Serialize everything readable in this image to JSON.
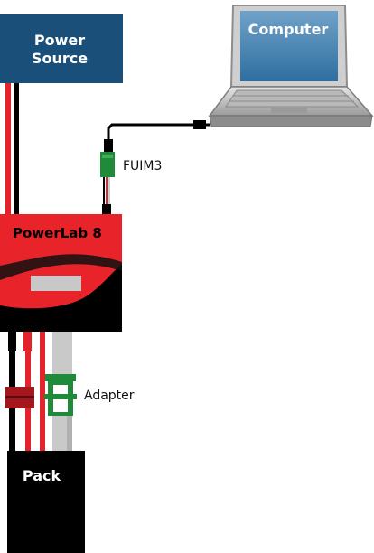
{
  "power_source": {
    "line1": "Power",
    "line2": "Source",
    "fill": "#1a4f7a"
  },
  "computer": {
    "label": "Computer"
  },
  "fuim": {
    "label": "FUIM3",
    "color": "#1f8a3a"
  },
  "powerlab": {
    "label": "PowerLab 8",
    "color": "#e8232a"
  },
  "adapter": {
    "label": "Adapter",
    "color": "#1f8a3a"
  },
  "pack": {
    "label": "Pack"
  },
  "colors": {
    "red_wire": "#e3232b",
    "black_wire": "#000000",
    "gray_cable": "#c9c9c9",
    "fuse": "#a3171d"
  }
}
